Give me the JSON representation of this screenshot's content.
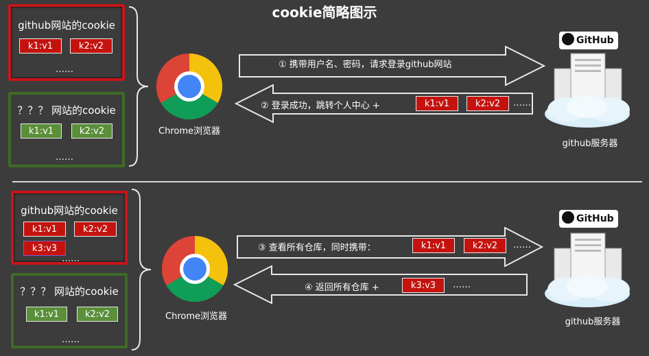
{
  "title": "cookie简略图示",
  "top": {
    "box_github": {
      "title": "github网站的cookie",
      "cookies": [
        "k1:v1",
        "k2:v2"
      ],
      "more": "……"
    },
    "box_other": {
      "title": "？？？ 网站的cookie",
      "cookies": [
        "k1:v1",
        "k2:v2"
      ],
      "more": "……"
    },
    "browser_label": "Chrome浏览器",
    "server_label": "github服务器",
    "github_badge": "GitHub",
    "arrow_request": "① 携带用户名、密码，请求登录github网站",
    "arrow_response": "② 登录成功，跳转个人中心 +",
    "response_cookies": [
      "k1:v1",
      "k2:v2"
    ],
    "response_more": "……"
  },
  "bottom": {
    "box_github": {
      "title": "github网站的cookie",
      "cookies": [
        "k1:v1",
        "k2:v2",
        "k3:v3"
      ],
      "more": "……"
    },
    "box_other": {
      "title": "？？？ 网站的cookie",
      "cookies": [
        "k1:v1",
        "k2:v2"
      ],
      "more": "……"
    },
    "browser_label": "Chrome浏览器",
    "server_label": "github服务器",
    "github_badge": "GitHub",
    "arrow_request": "③ 查看所有仓库，同时携带：",
    "request_cookies": [
      "k1:v1",
      "k2:v2"
    ],
    "request_more": "……",
    "arrow_response": "④ 返回所有仓库 +",
    "response_cookies": [
      "k3:v3"
    ],
    "response_more": "……"
  },
  "colors": {
    "background": "#3c3c3c",
    "cookie_red": "#c4130f",
    "cookie_green": "#5b8f3a",
    "box_red": "#c8141a",
    "box_green": "#3f6b25"
  },
  "icons": [
    "chrome-icon",
    "github-logo-icon",
    "server-cloud-icon",
    "brace-icon",
    "arrow-right-icon",
    "arrow-left-icon"
  ]
}
